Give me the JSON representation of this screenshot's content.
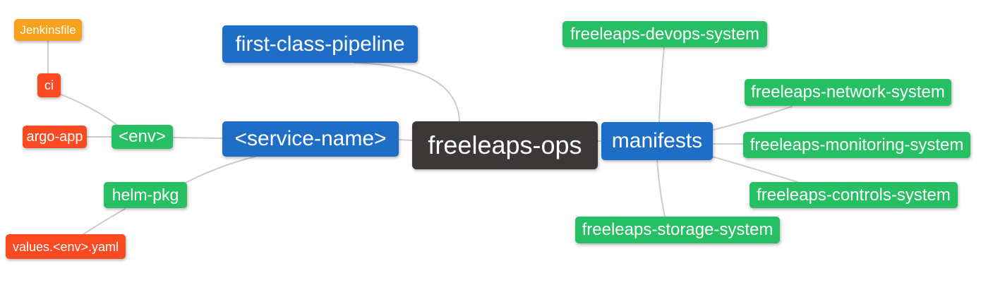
{
  "nodes": {
    "root": {
      "label": "freeleaps-ops",
      "bg": "#3C3837"
    },
    "first_class_pipeline": {
      "label": "first-class-pipeline",
      "bg": "#1E6EC8"
    },
    "service_name": {
      "label": "<service-name>",
      "bg": "#1E6EC8"
    },
    "manifests": {
      "label": "manifests",
      "bg": "#1E6EC8"
    },
    "env": {
      "label": "<env>",
      "bg": "#26BF64"
    },
    "helm_pkg": {
      "label": "helm-pkg",
      "bg": "#26BF64"
    },
    "jenkinsfile": {
      "label": "Jenkinsfile",
      "bg": "#F7A21D"
    },
    "ci": {
      "label": "ci",
      "bg": "#F94A21"
    },
    "argo_app": {
      "label": "argo-app",
      "bg": "#F94A21"
    },
    "values_env_yaml": {
      "label": "values.<env>.yaml",
      "bg": "#F94A21"
    },
    "devops_system": {
      "label": "freeleaps-devops-system",
      "bg": "#26BF64"
    },
    "network_system": {
      "label": "freeleaps-network-system",
      "bg": "#26BF64"
    },
    "monitoring_system": {
      "label": "freeleaps-monitoring-system",
      "bg": "#26BF64"
    },
    "controls_system": {
      "label": "freeleaps-controls-system",
      "bg": "#26BF64"
    },
    "storage_system": {
      "label": "freeleaps-storage-system",
      "bg": "#26BF64"
    }
  },
  "edges": [
    {
      "from": "Jenkinsfile",
      "to": "ci"
    },
    {
      "from": "ci",
      "to": "<env>"
    },
    {
      "from": "argo-app",
      "to": "<env>"
    },
    {
      "from": "<env>",
      "to": "<service-name>"
    },
    {
      "from": "helm-pkg",
      "to": "<service-name>"
    },
    {
      "from": "values.<env>.yaml",
      "to": "helm-pkg"
    },
    {
      "from": "first-class-pipeline",
      "to": "freeleaps-ops"
    },
    {
      "from": "<service-name>",
      "to": "freeleaps-ops"
    },
    {
      "from": "freeleaps-ops",
      "to": "manifests"
    },
    {
      "from": "manifests",
      "to": "freeleaps-devops-system"
    },
    {
      "from": "manifests",
      "to": "freeleaps-network-system"
    },
    {
      "from": "manifests",
      "to": "freeleaps-monitoring-system"
    },
    {
      "from": "manifests",
      "to": "freeleaps-controls-system"
    },
    {
      "from": "manifests",
      "to": "freeleaps-storage-system"
    }
  ],
  "colors": {
    "node_blue": "#1E6EC8",
    "node_green": "#26BF64",
    "node_red": "#F94A21",
    "node_orange": "#F7A21D",
    "node_dark": "#3C3837",
    "edge_gray": "#CCCCCC",
    "node_text": "#FFFFFF",
    "background": "#FFFFFF"
  }
}
